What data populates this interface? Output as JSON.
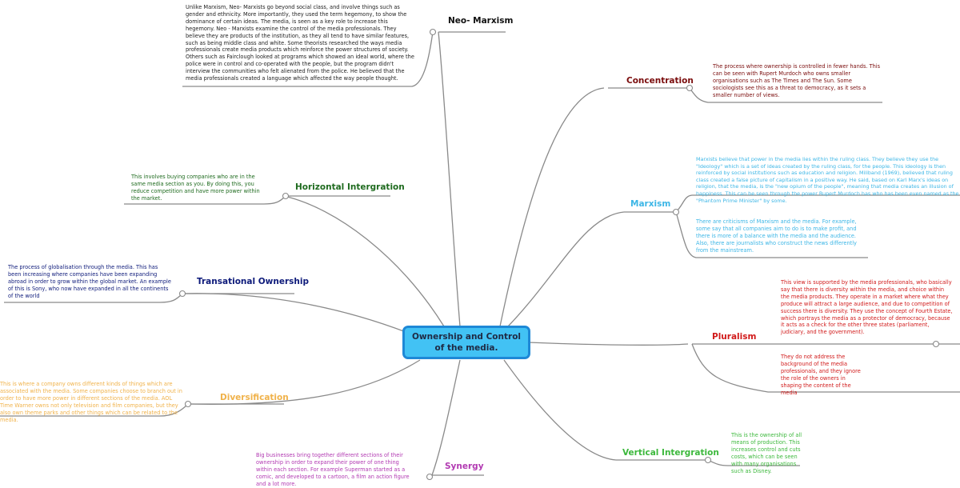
{
  "central": "Ownership and Control of the media.",
  "colors": {
    "central_fill": "#42c2f4",
    "central_border": "#1e88d6",
    "line": "#8a8a8a",
    "neo_marxism": "#111111",
    "concentration": "#7a0c0c",
    "horizontal": "#1f6b1f",
    "marxism": "#3cb6e6",
    "transational": "#0d1a7a",
    "pluralism": "#d11a1a",
    "diversification": "#f0b24a",
    "vertical": "#3cb83c",
    "synergy": "#b23ab2"
  },
  "branches": {
    "neo_marxism": {
      "title": "Neo- Marxism",
      "note": "Unlike Marxism, Neo- Marxists go beyond social class, and involve things such as gender and ethnicity. More importantly, they used the term hegemony, to show the dominance of certain ideas. The media, is seen as a key role to increase this hegemony. Neo - Marxists examine the control of the media professionals. They believe they are products of the institution, as they all tend to have similar features, such as being middle class and white. Some theorists researched the ways media professionals create media products which reinforce the power structures of society. Others such as Fairclough looked at programs which showed an ideal world, where the police were in control and co-operated with the people, but the program didn't interview the communities who felt alienated from the police. He believed that the media professionals created a language which affected the way people thought."
    },
    "concentration": {
      "title": "Concentration",
      "note": "The process where ownership is controlled in fewer hands. This can be seen with Rupert Murdoch who owns smaller organisations such as The Times and The Sun. Some sociologists see this as a threat to democracy, as it sets a smaller number of views."
    },
    "horizontal": {
      "title": "Horizontal Intergration",
      "note": "This involves buying companies who are in the same media section as you. By doing this, you reduce competition and have more power within the market."
    },
    "marxism": {
      "title": "Marxism",
      "note1": "Marxists believe that power in the media lies within the ruling class. They believe they use the \"Ideology\" which is a set of ideas created by the ruling class, for the people. This ideology is then reinforced by social institutions such as education and religion. Miliband (1969), believed that ruling class created a false picture of capitalism in a positive way. He said, based on Karl Marx's ideas on religion, that the media, is the \"new opium of the people\", meaning that media creates an illusion of happiness. This can be seen through the power Rupert Murdoch has who has been even named as the \"Phantom Prime Minister\" by some.",
      "note2": "There are criticisms of Marxism and the media. For example, some say that all companies aim to do is to make profit, and there is more of a balance with the media and the audience. Also, there are journalists who construct the news differently from the mainstream."
    },
    "transational": {
      "title": "Transational Ownership",
      "note": "The process of globalisation through the media. This has been increasing where companies have been expanding abroad in order to grow within the global market. An example of this is Sony, who now have expanded in all the continents of the world"
    },
    "pluralism": {
      "title": "Pluralism",
      "note1": "This view is supported by the media professionals, who basically say that there is diversity within the media, and choice within the media products. They operate in a market where what they produce will attract a large audience, and due to competition of success there is diversity. They use the concept of Fourth Estate, which portrays the media as a protector of democracy, because it acts as a check for the other three states (parliament, judiciary, and the government).",
      "note2": "They do not address the background of the media professionals, and they ignore the role of the owners in shaping the content of the media"
    },
    "diversification": {
      "title": "Diversification",
      "note": "This is where a company owns different kinds of things which are associated with the media. Some companies choose to branch out in order to have more power in different sections of the media. AOL Time Warner owns not only television and film companies, but they also own theme parks and other things which can be related to the media."
    },
    "vertical": {
      "title": "Vertical Intergration",
      "note": "This is the ownership of all means of production. This increases control and cuts costs, which can be seen with many organisations such as Disney."
    },
    "synergy": {
      "title": "Synergy",
      "note": "Big businesses bring together different sections of their ownership in order to expand their power of one thing within each section. For example Superman started as a comic, and developed to a cartoon, a film an action figure and a lot more."
    }
  }
}
